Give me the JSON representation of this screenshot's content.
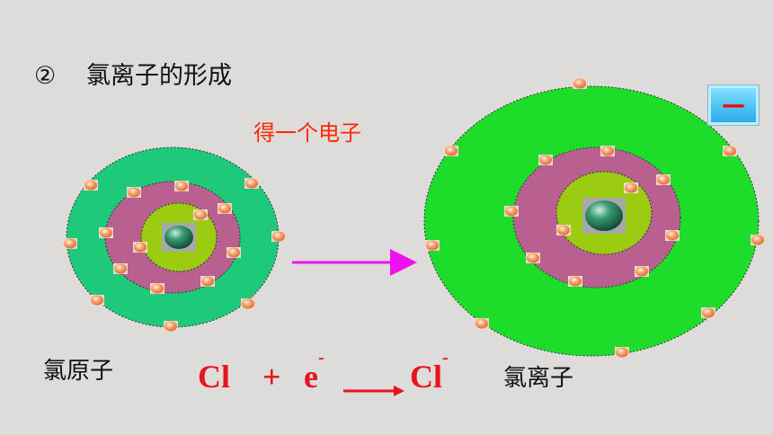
{
  "heading": {
    "number": "②",
    "text": "氯离子的形成"
  },
  "process_label": "得一个电子",
  "atom_label": "氯原子",
  "ion_label": "氯离子",
  "equation": {
    "reactant": "Cl",
    "plus": "+",
    "electron": "e",
    "electron_charge": "-",
    "product": "Cl",
    "product_charge": "-"
  },
  "charge_badge": "—",
  "colors": {
    "background": "#dedcdb",
    "atom_outer_shell": "#1fc97a",
    "ion_outer_shell": "#1edc2a",
    "middle_shell": "#b86090",
    "inner_shell": "#9ccc10",
    "electron": "#f08a50",
    "arrow": "#ee11ee",
    "equation": "#e8141b"
  },
  "electron_counts": {
    "atom": [
      2,
      8,
      7
    ],
    "ion": [
      2,
      8,
      8
    ]
  }
}
